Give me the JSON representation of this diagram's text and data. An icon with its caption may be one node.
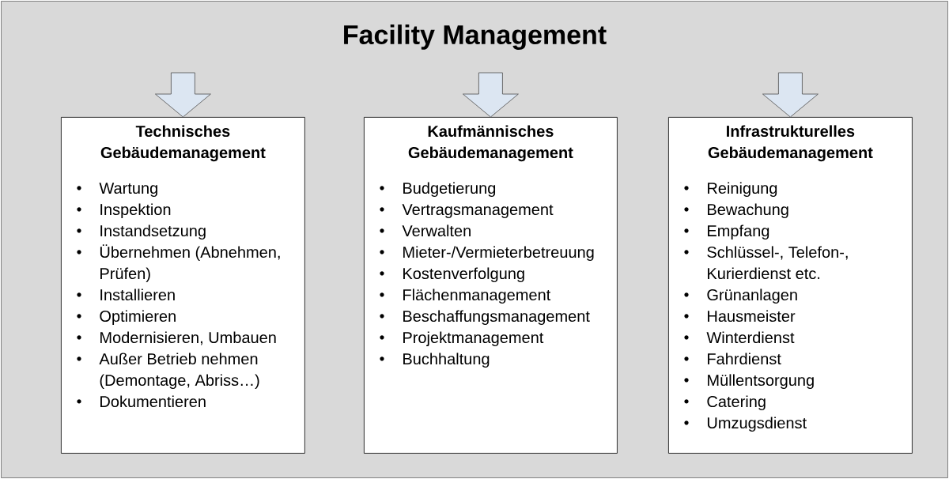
{
  "diagram": {
    "nodes": [
      {
        "text": [
          "Facility Management"
        ]
      },
      {
        "text": [
          "Technisches Gebäudemanagement",
          "Wartung",
          "Inspektion",
          "Instandsetzung",
          "Übernehmen (Abnehmen, Prüfen)",
          "Installieren",
          "Optimieren",
          "Modernisieren, Umbauen",
          "Außer Betrieb nehmen (Demontage, Abriss…)",
          "Dokumentieren"
        ]
      },
      {
        "text": [
          "Kaufmännisches Gebäudemanagement",
          "Budgetierung",
          "Vertragsmanagement",
          "Verwalten",
          "Mieter-/Vermieterbetreuung",
          "Kostenverfolgung",
          "Flächenmanagement",
          "Beschaffungsmanagement",
          "Projektmanagement",
          "Buchhaltung"
        ]
      },
      {
        "text": [
          "Infrastrukturelles Gebäudemanagement",
          "Reinigung",
          "Bewachung",
          "Empfang",
          "Schlüssel-, Telefon-, Kurierdienst etc.",
          "Grünanlagen",
          "Hausmeister",
          "Winterdienst",
          "Fahrdienst",
          "Müllentsorgung",
          "Catering",
          "Umzugsdienst"
        ]
      }
    ],
    "edges": [
      {
        "from": null,
        "to": 1,
        "arrow": "to"
      },
      {
        "from": null,
        "to": 2,
        "arrow": "to"
      },
      {
        "from": null,
        "to": 3,
        "arrow": "to"
      }
    ]
  }
}
